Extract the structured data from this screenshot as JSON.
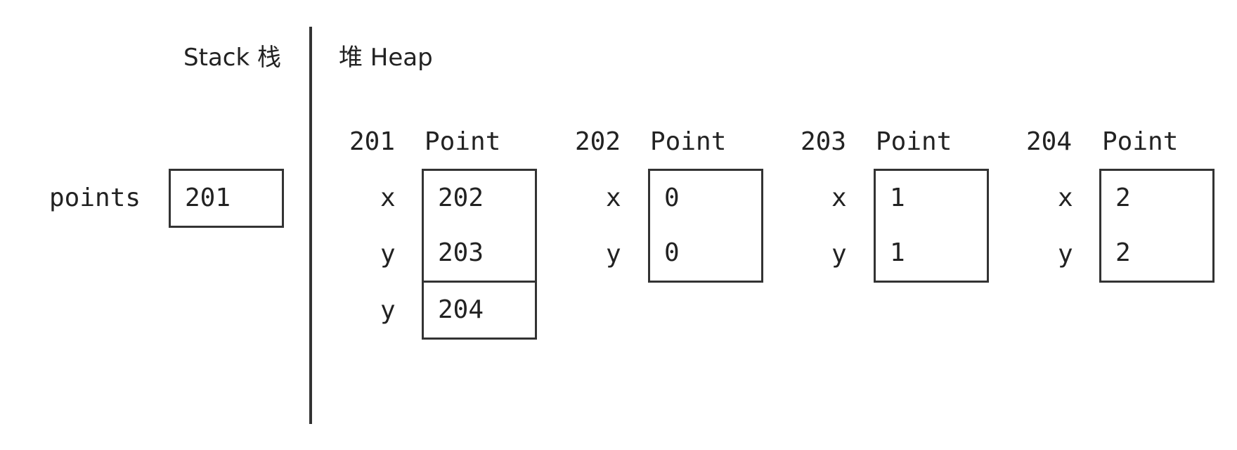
{
  "labels": {
    "stack": "Stack 栈",
    "heap": "堆 Heap"
  },
  "stack": {
    "var_name": "points",
    "value": "201"
  },
  "heap": {
    "objects": [
      {
        "address": "201",
        "type": "Point",
        "fields": [
          {
            "name": "x",
            "value": "202"
          },
          {
            "name": "y",
            "value": "203"
          },
          {
            "name": "y",
            "value": "204"
          }
        ]
      },
      {
        "address": "202",
        "type": "Point",
        "fields": [
          {
            "name": "x",
            "value": "0"
          },
          {
            "name": "y",
            "value": "0"
          }
        ]
      },
      {
        "address": "203",
        "type": "Point",
        "fields": [
          {
            "name": "x",
            "value": "1"
          },
          {
            "name": "y",
            "value": "1"
          }
        ]
      },
      {
        "address": "204",
        "type": "Point",
        "fields": [
          {
            "name": "x",
            "value": "2"
          },
          {
            "name": "y",
            "value": "2"
          }
        ]
      }
    ]
  },
  "colors": {
    "ink": "#222222",
    "border": "#333333",
    "background": "#ffffff"
  }
}
